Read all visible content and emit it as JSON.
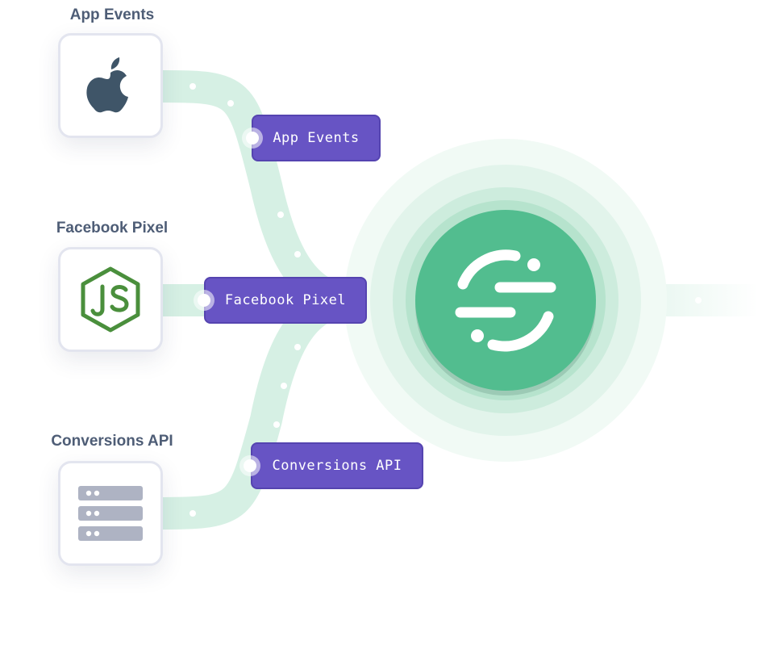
{
  "sources": [
    {
      "title": "App Events",
      "icon": "apple-icon",
      "chip_label": "App Events"
    },
    {
      "title": "Facebook Pixel",
      "icon": "nodejs-icon",
      "chip_label": "Facebook Pixel"
    },
    {
      "title": "Conversions API",
      "icon": "server-icon",
      "chip_label": "Conversions API"
    }
  ],
  "hub": {
    "icon": "segment-logo-icon"
  },
  "colors": {
    "chip": "#6754c4",
    "flow": "#d6f0e4",
    "hub": "#52bd8f",
    "icon_dark": "#3f5568",
    "node_green": "#4a8f3c",
    "server_gray": "#aeb3c3"
  }
}
